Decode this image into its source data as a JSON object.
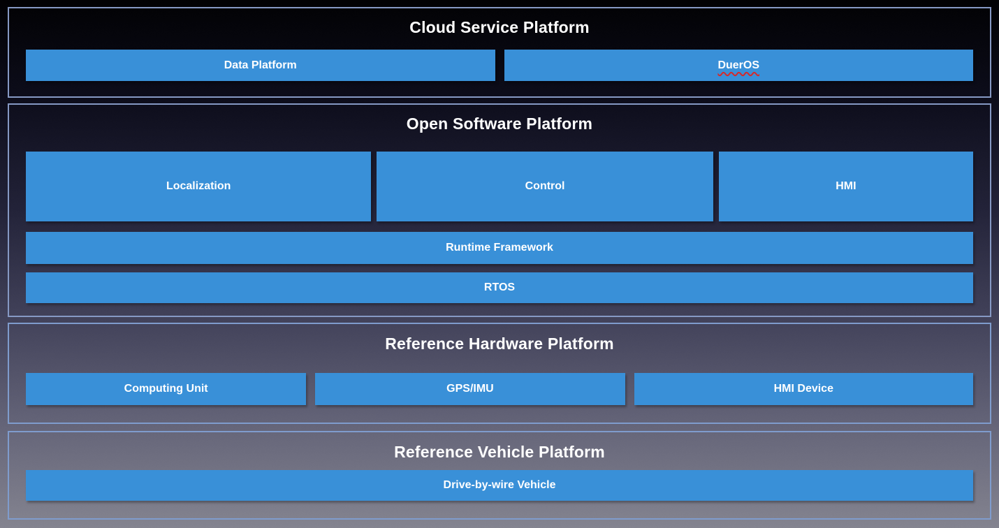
{
  "colors": {
    "box_blue": "#3990d8",
    "border_steel": "#8699c4",
    "border_steel_light": "#7f9ccd",
    "underline_red": "#d42a2a",
    "text_white": "#ffffff"
  },
  "sections": {
    "cloud": {
      "title": "Cloud Service Platform",
      "boxes": [
        {
          "label": "Data Platform"
        },
        {
          "label": "DuerOS",
          "spellcheck_underline": true
        }
      ]
    },
    "software": {
      "title": "Open Software Platform",
      "boxes": [
        {
          "label": "Localization"
        },
        {
          "label": "Control"
        },
        {
          "label": "HMI"
        }
      ],
      "bars": [
        {
          "label": "Runtime Framework"
        },
        {
          "label": "RTOS"
        }
      ]
    },
    "hardware": {
      "title": "Reference Hardware Platform",
      "boxes": [
        {
          "label": "Computing Unit"
        },
        {
          "label": "GPS/IMU"
        },
        {
          "label": "HMI Device"
        }
      ]
    },
    "vehicle": {
      "title": "Reference Vehicle Platform",
      "bars": [
        {
          "label": "Drive-by-wire Vehicle"
        }
      ]
    }
  }
}
